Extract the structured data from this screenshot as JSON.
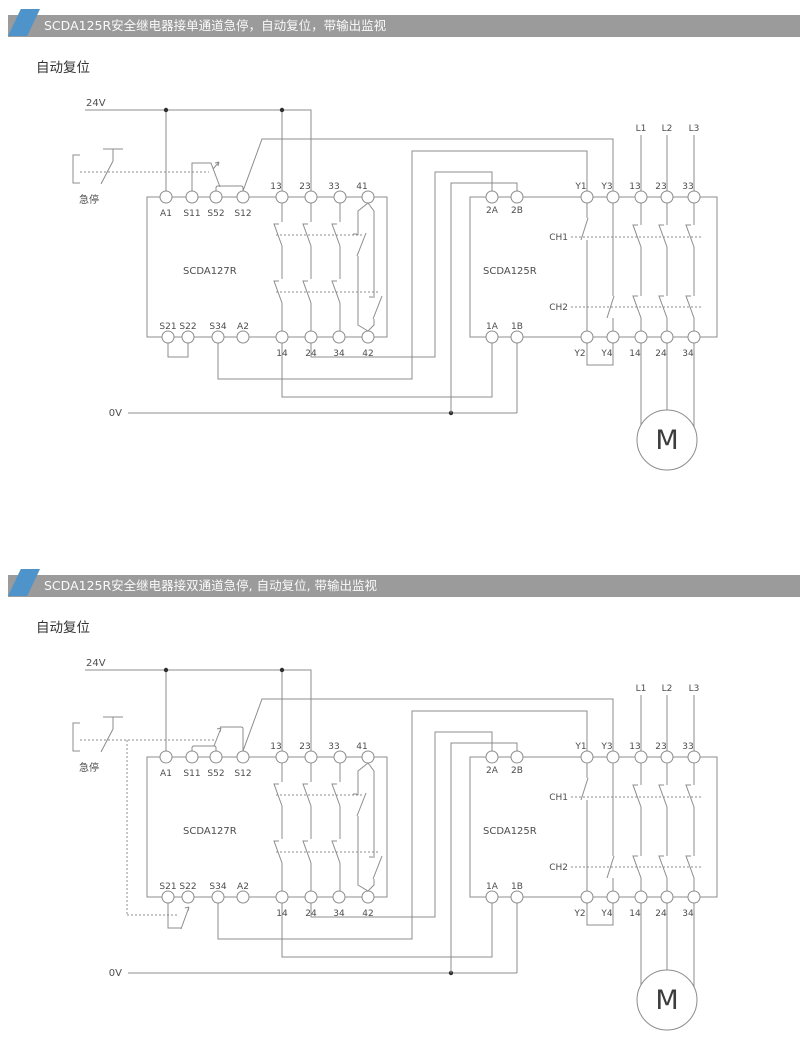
{
  "sections": [
    {
      "title": "SCDA125R安全继电器接单通道急停，自动复位，带输出监视",
      "subtitle": "自动复位"
    },
    {
      "title": "SCDA125R安全继电器接双通道急停, 自动复位, 带输出监视",
      "subtitle": "自动复位"
    }
  ],
  "labels": {
    "v24": "24V",
    "v0": "0V",
    "estop": "急停",
    "relay_left": "SCDA127R",
    "relay_right": "SCDA125R",
    "a1": "A1",
    "s11": "S11",
    "s52": "S52",
    "s12": "S12",
    "n13": "13",
    "n23": "23",
    "n33": "33",
    "n41": "41",
    "s21": "S21",
    "s22": "S22",
    "s34": "S34",
    "a2": "A2",
    "n14": "14",
    "n24": "24",
    "n34": "34",
    "n42": "42",
    "x2a": "2A",
    "x2b": "2B",
    "x1a": "1A",
    "x1b": "1B",
    "y1": "Y1",
    "y2": "Y2",
    "y3": "Y3",
    "y4": "Y4",
    "ch1": "CH1",
    "ch2": "CH2",
    "l1": "L1",
    "l2": "L2",
    "l3": "L3",
    "motor": "M"
  },
  "colors": {
    "accent_triangle": "#4e93c9",
    "title_bar_bg": "#9b9b9b",
    "title_text": "#fafafa",
    "wire": "#8c8c8c",
    "label_text": "#4d4d4d"
  }
}
